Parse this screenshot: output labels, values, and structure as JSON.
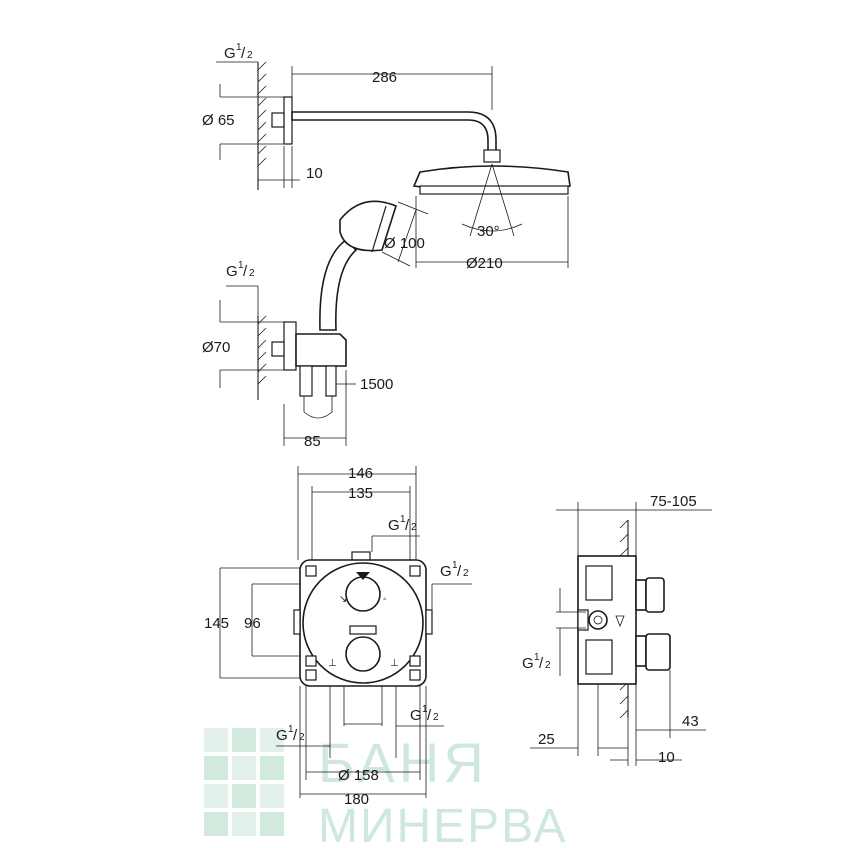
{
  "thread_label": "G",
  "thread_frac_num": "1",
  "thread_frac_den": "2",
  "shower_head": {
    "arm_length": "286",
    "flange_diameter": "Ø 65",
    "flange_depth": "10",
    "head_diameter": "Ø210",
    "spray_angle": "30°"
  },
  "hand_shower": {
    "diameter": "Ø 100",
    "outlet_diameter": "Ø70",
    "hose_length": "1500",
    "projection": "85"
  },
  "front_view": {
    "outer_width": "146",
    "inner_width": "135",
    "outer_height": "145",
    "inner_height": "96",
    "plate_diameter": "Ø 158",
    "plate_width": "180"
  },
  "side_view": {
    "install_depth": "75-105",
    "body_offset": "25",
    "handle_projection": "43",
    "plate_depth": "10"
  },
  "watermark": {
    "line1": "БАНЯ",
    "line2": "МИНЕРВА",
    "colors": {
      "mosaic_light": "#e3f1ea",
      "mosaic_mid": "#d2e9dd",
      "text": "#cfe8dc"
    }
  }
}
